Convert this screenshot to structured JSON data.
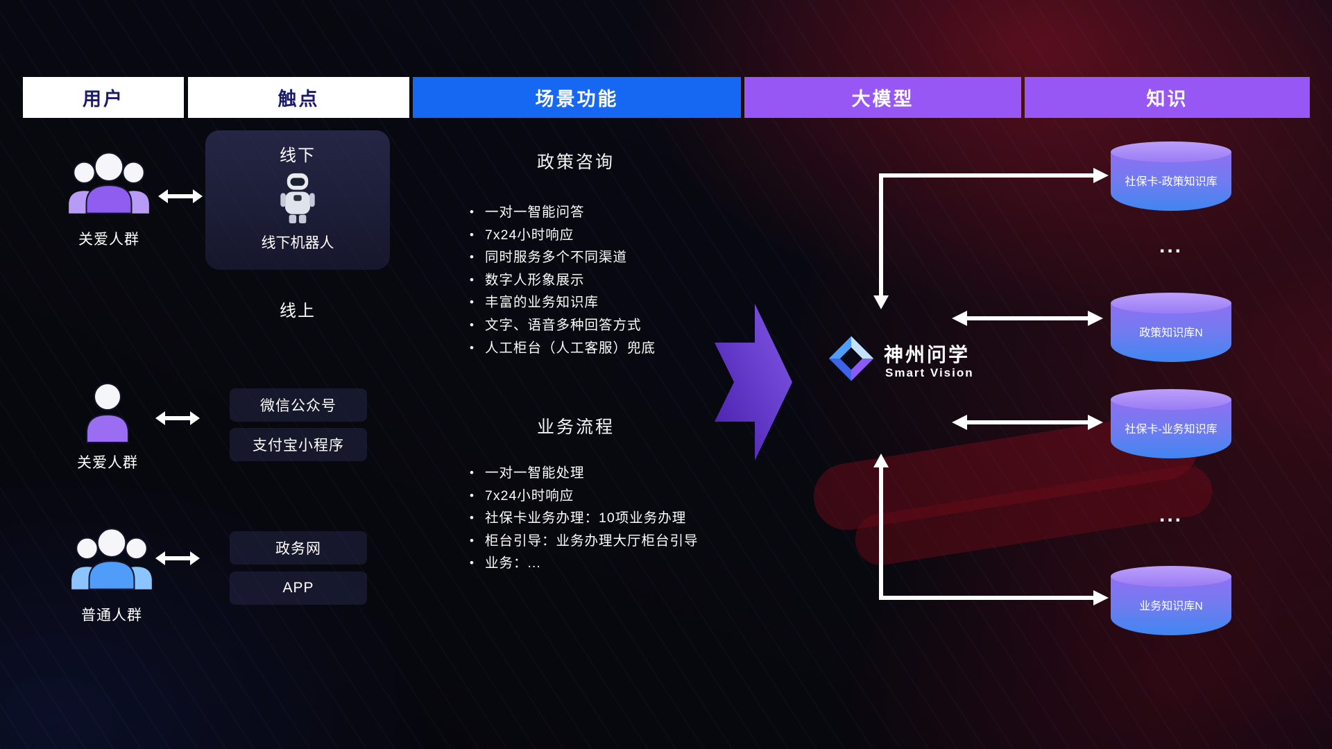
{
  "header": {
    "columns": [
      {
        "label": "用户"
      },
      {
        "label": "触点"
      },
      {
        "label": "场景功能"
      },
      {
        "label": "大模型"
      },
      {
        "label": "知识"
      }
    ]
  },
  "users": {
    "items": [
      {
        "label": "关爱人群",
        "icon": "people-group-purple-icon"
      },
      {
        "label": "关爱人群",
        "icon": "person-purple-icon"
      },
      {
        "label": "普通人群",
        "icon": "people-group-blue-icon"
      }
    ]
  },
  "touchpoints": {
    "offline": {
      "title": "线下",
      "device_label": "线下机器人",
      "icon": "robot-icon"
    },
    "online_title": "线上",
    "channels": [
      "微信公众号",
      "支付宝小程序",
      "政务网",
      "APP"
    ]
  },
  "scenarios": {
    "sections": [
      {
        "title": "政策咨询",
        "bullets": [
          "一对一智能问答",
          "7x24小时响应",
          "同时服务多个不同渠道",
          "数字人形象展示",
          "丰富的业务知识库",
          "文字、语音多种回答方式",
          "人工柜台（人工客服）兜底"
        ]
      },
      {
        "title": "业务流程",
        "bullets": [
          "一对一智能处理",
          "7x24小时响应",
          "社保卡业务办理：10项业务办理",
          "柜台引导：业务办理大厅柜台引导",
          "业务：..."
        ]
      }
    ]
  },
  "model": {
    "name": "神州问学",
    "subtitle": "Smart Vision",
    "icon": "diamond-logo"
  },
  "knowledge": {
    "databases": [
      {
        "label": "社保卡-政策知识库"
      },
      {
        "label": "政策知识库N"
      },
      {
        "label": "社保卡-业务知识库"
      },
      {
        "label": "业务知识库N"
      }
    ],
    "ellipsis": "..."
  },
  "colors": {
    "header_blue": "#1668f2",
    "header_purple": "#9757f5",
    "header_text_dark": "#1b1a6b",
    "cylinder_top": "#bb9ffa",
    "cylinder_purple": "#8f70f2",
    "cylinder_blue": "#3f86f0",
    "flow_arrow_purple": "#6d3be8",
    "connector_white": "#ffffff",
    "accent_red": "#8c0f1e"
  }
}
